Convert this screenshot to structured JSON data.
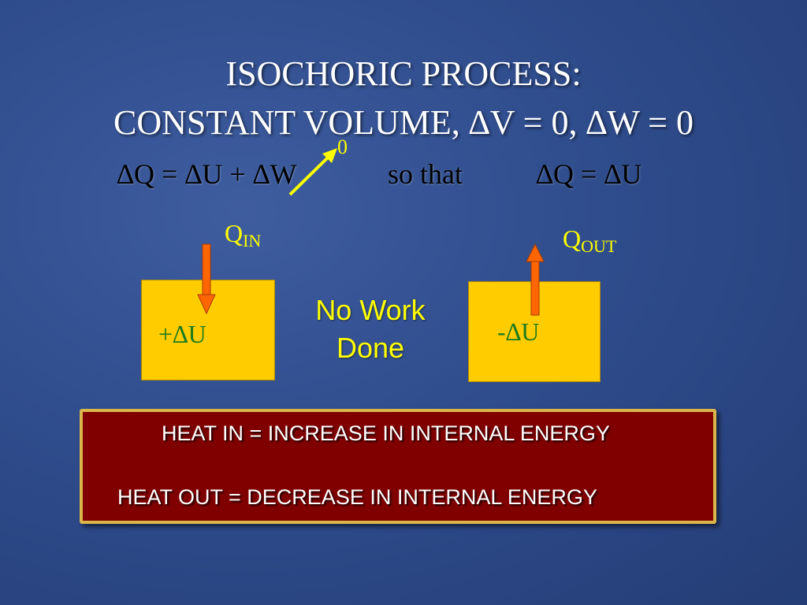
{
  "title": {
    "line1": "ISOCHORIC PROCESS:",
    "line2": "CONSTANT VOLUME, ∆V = 0, ∆W = 0"
  },
  "equation": {
    "first_law": "∆Q = ∆U + ∆W",
    "cancel_value": "0",
    "connector": "so that",
    "result": "∆Q = ∆U"
  },
  "heat_in": {
    "base": "Q",
    "sub": "IN",
    "delta_u": "+∆U"
  },
  "heat_out": {
    "base": "Q",
    "sub": "OUT",
    "delta_u": "-∆U"
  },
  "no_work": {
    "line1": "No Work",
    "line2": "Done"
  },
  "summary": {
    "line1": "HEAT IN = INCREASE IN INTERNAL ENERGY",
    "line2": "HEAT OUT = DECREASE IN INTERNAL ENERGY"
  },
  "colors": {
    "background": "#2f4c8c",
    "box_fill": "#ffcc00",
    "arrow": "#ff6600",
    "label_yellow": "#ffff00",
    "delta_u_green": "#1d7a1d",
    "panel_fill": "#800000",
    "panel_border": "#d9b54a"
  }
}
